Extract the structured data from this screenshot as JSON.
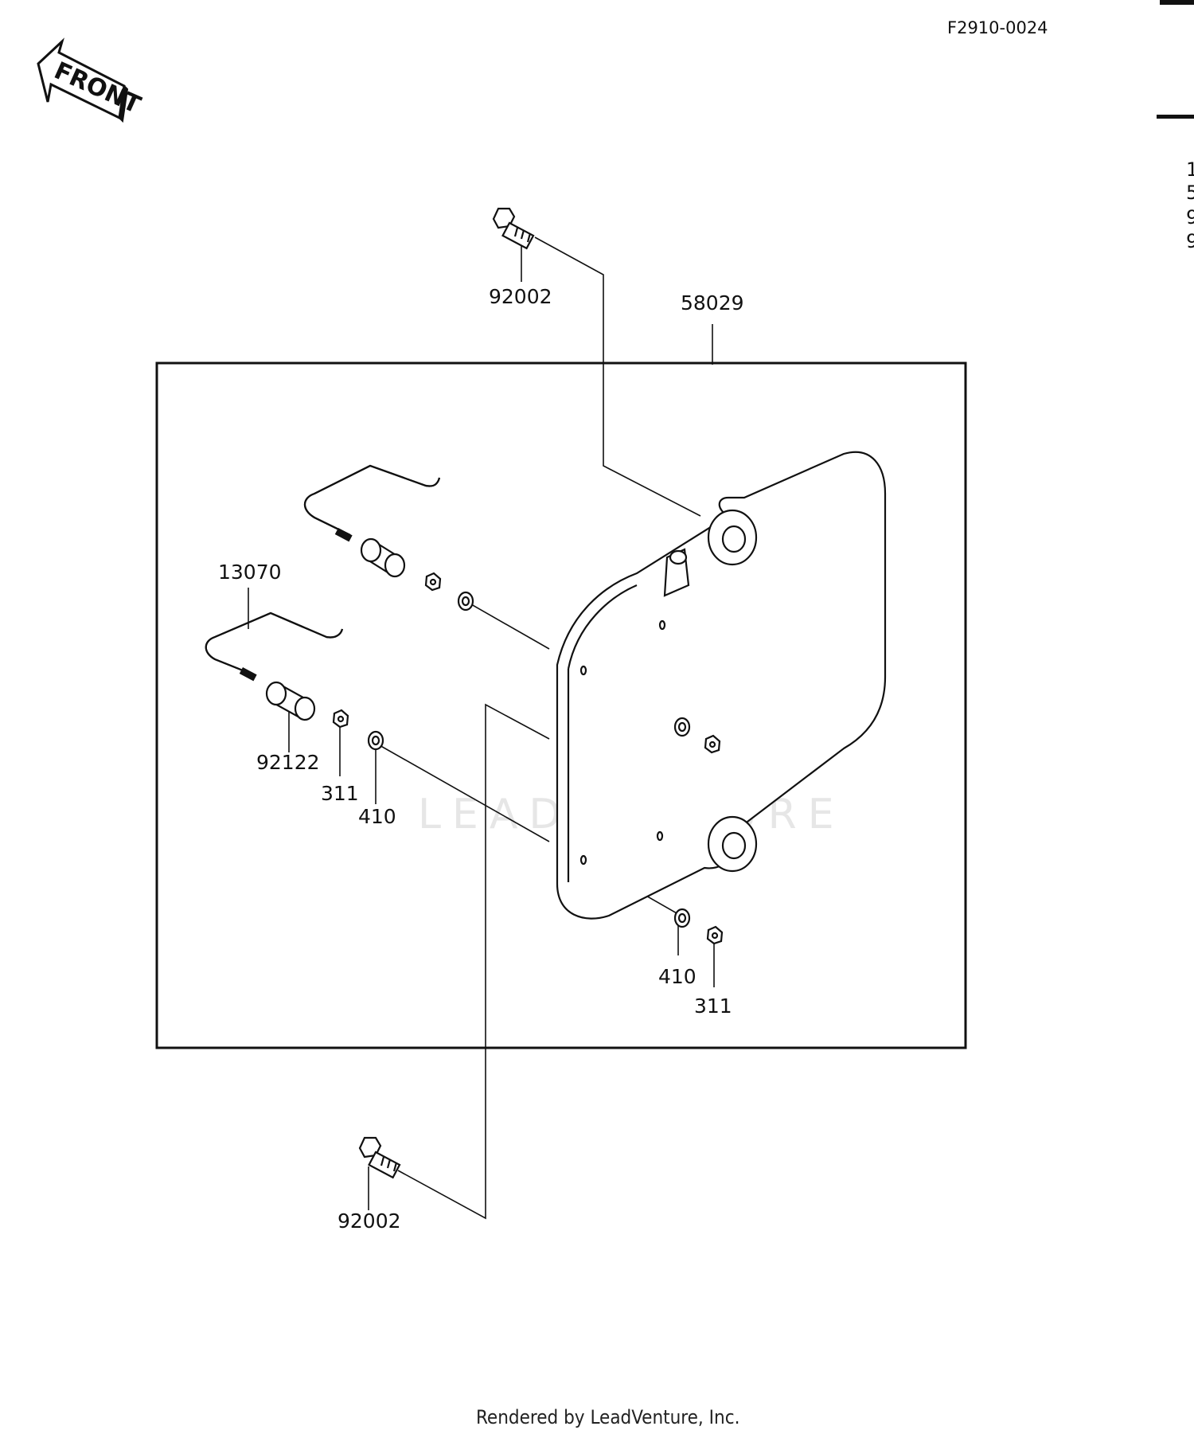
{
  "figure_code": "F2910-0024",
  "front_label": "FRONT",
  "watermark": "LEADVENTURE",
  "footer": "Rendered by LeadVenture, Inc.",
  "callouts": [
    {
      "id": "bolt-top",
      "label": "92002"
    },
    {
      "id": "plate",
      "label": "58029"
    },
    {
      "id": "stay",
      "label": "13070"
    },
    {
      "id": "collar",
      "label": "92122"
    },
    {
      "id": "nut-left",
      "label": "311"
    },
    {
      "id": "washer-left",
      "label": "410"
    },
    {
      "id": "washer-right",
      "label": "410"
    },
    {
      "id": "nut-right",
      "label": "311"
    },
    {
      "id": "bolt-bottom",
      "label": "92002"
    }
  ],
  "right_edge_chars": [
    "1",
    "5",
    "9",
    "9"
  ]
}
